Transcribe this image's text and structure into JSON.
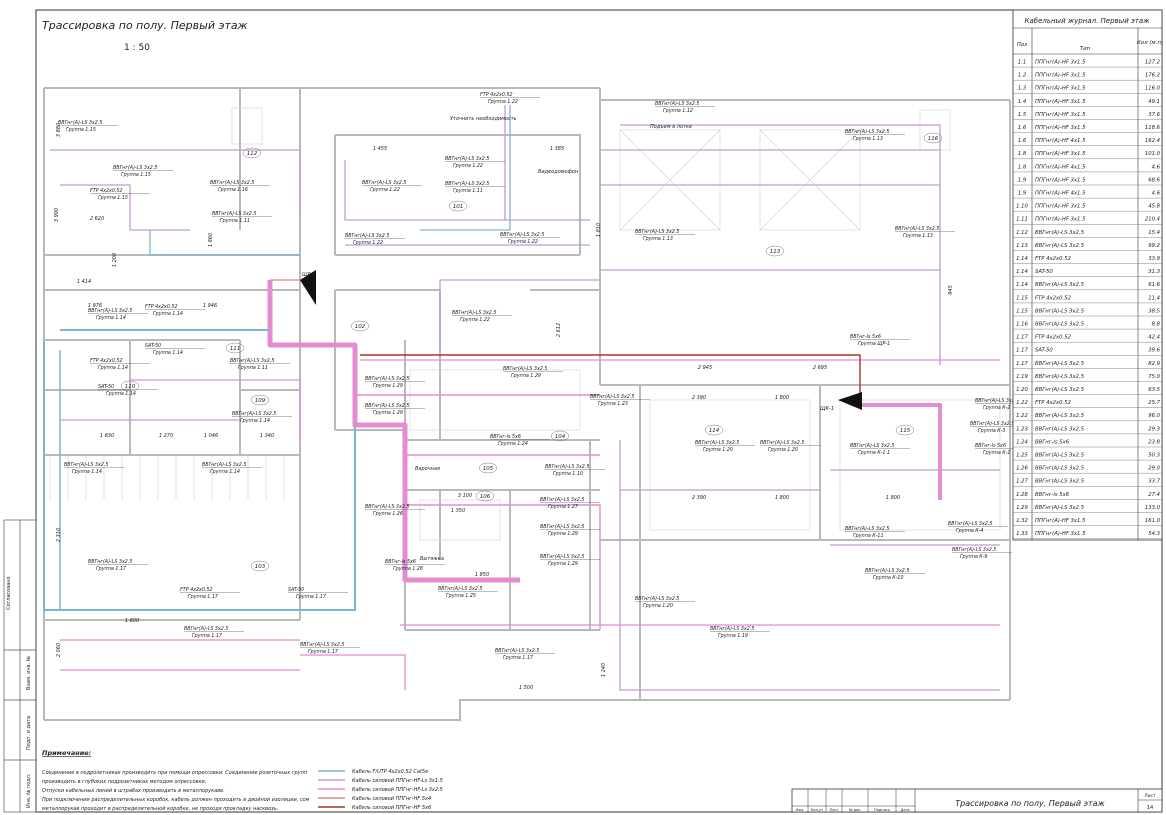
{
  "title": "Трассировка по полу. Первый этаж",
  "scale": "1 : 50",
  "journal": {
    "title": "Кабельный журнал. Первый этаж",
    "col_pos": "Поз",
    "col_type": "Тип",
    "col_qty": "Кол (м.п)",
    "rows": [
      {
        "pos": "1.1",
        "type": "ППГнг(А)-HF 3х1.5",
        "qty": "127.2"
      },
      {
        "pos": "1.2",
        "type": "ППГнг(А)-HF 3х1.5",
        "qty": "176.2"
      },
      {
        "pos": "1.3",
        "type": "ППГнг(А)-HF 3х1.5",
        "qty": "116.0"
      },
      {
        "pos": "1.4",
        "type": "ППГнг(А)-HF 3х1.5",
        "qty": "49.1"
      },
      {
        "pos": "1.5",
        "type": "ППГнг(А)-HF 3х1.5",
        "qty": "37.6"
      },
      {
        "pos": "1.6",
        "type": "ППГнг(А)-HF 3х1.5",
        "qty": "118.6"
      },
      {
        "pos": "1.6",
        "type": "ППГнг(А)-HF 4х1.5",
        "qty": "162.4"
      },
      {
        "pos": "1.8",
        "type": "ППГнг(А)-HF 3х1.5",
        "qty": "101.0"
      },
      {
        "pos": "1.8",
        "type": "ППГнг(А)-HF 4х1.5",
        "qty": "4.6"
      },
      {
        "pos": "1.9",
        "type": "ППГнг(А)-HF 3х1.5",
        "qty": "68.6"
      },
      {
        "pos": "1.9",
        "type": "ППГнг(А)-HF 4х1.5",
        "qty": "4.6"
      },
      {
        "pos": "1.10",
        "type": "ППГнг(А)-HF 3х1.5",
        "qty": "45.8"
      },
      {
        "pos": "1.11",
        "type": "ППГнг(А)-HF 3х1.5",
        "qty": "210.4"
      },
      {
        "pos": "1.12",
        "type": "ВВГнг(А)-LS 3х2.5",
        "qty": "15.4"
      },
      {
        "pos": "1.13",
        "type": "ВВГнг(А)-LS 3х2.5",
        "qty": "99.2"
      },
      {
        "pos": "1.14",
        "type": "FTP 4х2х0.52",
        "qty": "33.9"
      },
      {
        "pos": "1.14",
        "type": "SAT-50",
        "qty": "31.3"
      },
      {
        "pos": "1.14",
        "type": "ВВГнг(А)-LS 3х2.5",
        "qty": "61.6"
      },
      {
        "pos": "1.15",
        "type": "FTP 4х2х0.52",
        "qty": "11.4"
      },
      {
        "pos": "1.15",
        "type": "ВВГнг(А)-LS 3х2.5",
        "qty": "38.5"
      },
      {
        "pos": "1.16",
        "type": "ВВГнг(А)-LS 3х2.5",
        "qty": "8.8"
      },
      {
        "pos": "1.17",
        "type": "FTP 4х2х0.52",
        "qty": "42.4"
      },
      {
        "pos": "1.17",
        "type": "SAT-50",
        "qty": "39.6"
      },
      {
        "pos": "1.17",
        "type": "ВВГнг(А)-LS 3х2.5",
        "qty": "82.9"
      },
      {
        "pos": "1.19",
        "type": "ВВГнг(А)-LS 3х2.5",
        "qty": "75.0"
      },
      {
        "pos": "1.20",
        "type": "ВВГнг(А)-LS 3х2.5",
        "qty": "63.5"
      },
      {
        "pos": "1.22",
        "type": "FTP 4х2х0.52",
        "qty": "25.7"
      },
      {
        "pos": "1.22",
        "type": "ВВГнг(А)-LS 3х2.5",
        "qty": "96.0"
      },
      {
        "pos": "1.23",
        "type": "ВВГнг(А)-LS 3х2.5",
        "qty": "29.3"
      },
      {
        "pos": "1.24",
        "type": "ВВГнг-ls 5х6",
        "qty": "23.8"
      },
      {
        "pos": "1.25",
        "type": "ВВГнг(А)-LS 3х2.5",
        "qty": "50.3"
      },
      {
        "pos": "1.26",
        "type": "ВВГнг(А)-LS 3х2.5",
        "qty": "29.0"
      },
      {
        "pos": "1.27",
        "type": "ВВГнг(А)-LS 3х2.5",
        "qty": "33.7"
      },
      {
        "pos": "1.28",
        "type": "ВВГнг-ls 5х6",
        "qty": "27.4"
      },
      {
        "pos": "1.29",
        "type": "ВВГнг(А)-LS 3х2.5",
        "qty": "133.0"
      },
      {
        "pos": "1.32",
        "type": "ППГнг(А)-HF 3х1.5",
        "qty": "161.0"
      },
      {
        "pos": "1.33",
        "type": "ППГнг(А)-HF 3х1.5",
        "qty": "54.3"
      }
    ]
  },
  "rooms": [
    "112",
    "101",
    "113",
    "116",
    "102",
    "114",
    "115",
    "103",
    "104",
    "105",
    "106",
    "109",
    "110",
    "111"
  ],
  "labels": [
    {
      "text": "ВВГнг(А)-LS 3х2.5",
      "group": "Группа 1.15"
    },
    {
      "text": "ВВГнг(А)-LS 3х2.5",
      "group": "Группа 1.15"
    },
    {
      "text": "FTP 4х2х0.52",
      "group": "Группа 1.15"
    },
    {
      "text": "ВВГнг(А)-LS 3х2.5",
      "group": "Группа 1.16"
    },
    {
      "text": "ВВГнг(А)-LS 3х2.5",
      "group": "Группа 1.11"
    },
    {
      "text": "ВВГнг(А)-LS 3х2.5",
      "group": "Группа 1.22"
    },
    {
      "text": "FTP 4х2х0.52",
      "group": "Группа 1.22"
    },
    {
      "text": "ВВГнг(А)-LS 3х2.5",
      "group": "Группа 1.22"
    },
    {
      "text": "ВВГнг(А)-LS 3х2.5",
      "group": "Группа 1.11"
    },
    {
      "text": "ВВГнг(А)-LS 3х2.5",
      "group": "Группа 1.22"
    },
    {
      "text": "ВВГнг(А)-LS 3х2.5",
      "group": "Группа 1.22"
    },
    {
      "text": "ВВГнг(А)-LS 3х2.5",
      "group": "Группа 1.12"
    },
    {
      "text": "ВВГнг(А)-LS 3х2.5",
      "group": "Группа 1.13"
    },
    {
      "text": "ВВГнг(А)-LS 3х2.5",
      "group": "Группа 1.13"
    },
    {
      "text": "ВВГнг(А)-LS 3х2.5",
      "group": "Группа 1.13"
    },
    {
      "text": "FTP 4х2х0.52",
      "group": "Группа 1.14"
    },
    {
      "text": "ВВГнг(А)-LS 3х2.5",
      "group": "Группа 1.14"
    },
    {
      "text": "SAT-50",
      "group": "Группа 1.14"
    },
    {
      "text": "FTP 4х2х0.52",
      "group": "Группа 1.14"
    },
    {
      "text": "SAT-50",
      "group": "Группа 1.14"
    },
    {
      "text": "ВВГнг(А)-LS 3х2.5",
      "group": "Группа 1.11"
    },
    {
      "text": "ВВГнг(А)-LS 3х2.5",
      "group": "Группа 1.14"
    },
    {
      "text": "ВВГнг(А)-LS 3х2.5",
      "group": "Группа 1.22"
    },
    {
      "text": "ВВГнг-ls 5х6",
      "group": "Группа ЩР-1"
    },
    {
      "text": "ВВГнг(А)-LS 3х2.5",
      "group": "Группа 1.29"
    },
    {
      "text": "ВВГнг(А)-LS 3х2.5",
      "group": "Группа 1.29"
    },
    {
      "text": "ВВГнг(А)-LS 3х2.5",
      "group": "Группа 1.23"
    },
    {
      "text": "ВВГнг(А)-LS 3х2.5",
      "group": "Группа 1.29"
    },
    {
      "text": "ВВГнг-ls 5х6",
      "group": "Группа 1.24"
    },
    {
      "text": "ВВГнг(А)-LS 3х2.5",
      "group": "Группа 1.10"
    },
    {
      "text": "ВВГнг(А)-LS 3х2.5",
      "group": "Группа 1.20"
    },
    {
      "text": "ВВГнг(А)-LS 3х2.5",
      "group": "Группа 1.20"
    },
    {
      "text": "ВВГнг(А)-LS 3х2.5",
      "group": "Группа К-1.1"
    },
    {
      "text": "ВВГнг(А)-LS 3х2.5",
      "group": "Группа 1.14"
    },
    {
      "text": "ВВГнг(А)-LS 3х2.5",
      "group": "Группа 1.14"
    },
    {
      "text": "ВВГнг(А)-LS 3х2.5",
      "group": "Группа 1.27"
    },
    {
      "text": "ВВГнг(А)-LS 3х2.5",
      "group": "Группа 1.26"
    },
    {
      "text": "ВВГнг(А)-LS 3х2.5",
      "group": "Группа 1.29"
    },
    {
      "text": "ВВГнг-ls 5х6",
      "group": "Группа 1.28"
    },
    {
      "text": "ВВГнг(А)-LS 3х2.5",
      "group": "Группа 1.29"
    },
    {
      "text": "ВВГнг(А)-LS 3х2.5",
      "group": "Группа 1.25"
    },
    {
      "text": "ВВГнг(А)-LS 3х2.5",
      "group": "Группа 1.17"
    },
    {
      "text": "FTP 4х2х0.52",
      "group": "Группа 1.17"
    },
    {
      "text": "SAT-50",
      "group": "Группа 1.17"
    },
    {
      "text": "ВВГнг(А)-LS 3х2.5",
      "group": "Группа 1.17"
    },
    {
      "text": "ВВГнг(А)-LS 3х2.5",
      "group": "Группа 1.17"
    },
    {
      "text": "ВВГнг(А)-LS 3х2.5",
      "group": "Группа 1.17"
    },
    {
      "text": "ВВГнг(А)-LS 3х2.5",
      "group": "Группа 1.20"
    },
    {
      "text": "ВВГнг(А)-LS 3х2.5",
      "group": "Группа 1.19"
    },
    {
      "text": "ВВГнг(А)-LS 3х2.5",
      "group": "Группа К-11"
    },
    {
      "text": "ВВГнг(А)-LS 3х2.5",
      "group": "Группа К-10"
    },
    {
      "text": "ВВГнг(А)-LS 3х2.5",
      "group": "Группа К-4"
    },
    {
      "text": "ВВГнг(А)-LS 3х2.5",
      "group": "Группа К-9"
    },
    {
      "text": "ВВГнг(А)-LS 3х2.5",
      "group": "Группа К-2"
    },
    {
      "text": "ВВГнг(А)-LS 3х2.5",
      "group": "Группа К-3"
    },
    {
      "text": "ВВГнг-ls 5х6",
      "group": "Группа К-1"
    }
  ],
  "dims": [
    "1 455",
    "1 385",
    "2 620",
    "1 414",
    "1 976",
    "1 946",
    "1 830",
    "1 270",
    "1 046",
    "1 340",
    "2 945",
    "2 695",
    "2 390",
    "1 800",
    "1 800",
    "2 390",
    "1 800",
    "3 100",
    "1 350",
    "1 850",
    "1 500",
    "2 310",
    "3 990",
    "3 880",
    "1 200",
    "1 860",
    "2 060",
    "1 240",
    "1 600",
    "2 612",
    "1 810",
    "945"
  ],
  "annotations": [
    "Уточнить необходимость",
    "Подъем в лотке",
    "Варочная",
    "Вытяжка",
    "ЩР-1",
    "ЩК-1",
    "Видеодомофон"
  ],
  "notes": {
    "title": "Примечание:",
    "lines": [
      "Соединение в подрозетниках производить при помощи опрессовки. Соединение розеточных групп",
      "производить в глубоких подрозетниках методом опрессовки.",
      "Отпуски кабельных линий в штрабах производить в металлорукаве.",
      "При подключении распределительных коробок, кабель должен проходить в двойной изоляции, сом",
      "металлорукав проходит в распределительной коробке, не проходя прокладку насквозь."
    ]
  },
  "legend": [
    {
      "label": "Кабель F/UTP 4х2х0.52 Cat5e",
      "color": "#7fb3d5"
    },
    {
      "label": "Кабель силовой ППГнг-HF-Ls 3х1.5",
      "color": "#c39bd3"
    },
    {
      "label": "Кабель силовой ППГнг-HF-Ls 3х2.5",
      "color": "#e48ccf"
    },
    {
      "label": "Кабель силовой ППГнг-HF 5х4",
      "color": "#d98880"
    },
    {
      "label": "Кабель силовой ППГнг-HF 5х6",
      "color": "#a93226"
    }
  ],
  "stamp": {
    "title": "Трассировка по полу. Первый этаж",
    "sheet_label": "Лист",
    "sheet_no": "14",
    "cols": [
      "Изм.",
      "Кол.уч",
      "Лист",
      "№ док.",
      "Подпись",
      "Дата"
    ]
  },
  "side_labels": [
    "Согласовано",
    "Взам. инв. №",
    "Подп. и дата",
    "Инв. № подл."
  ]
}
